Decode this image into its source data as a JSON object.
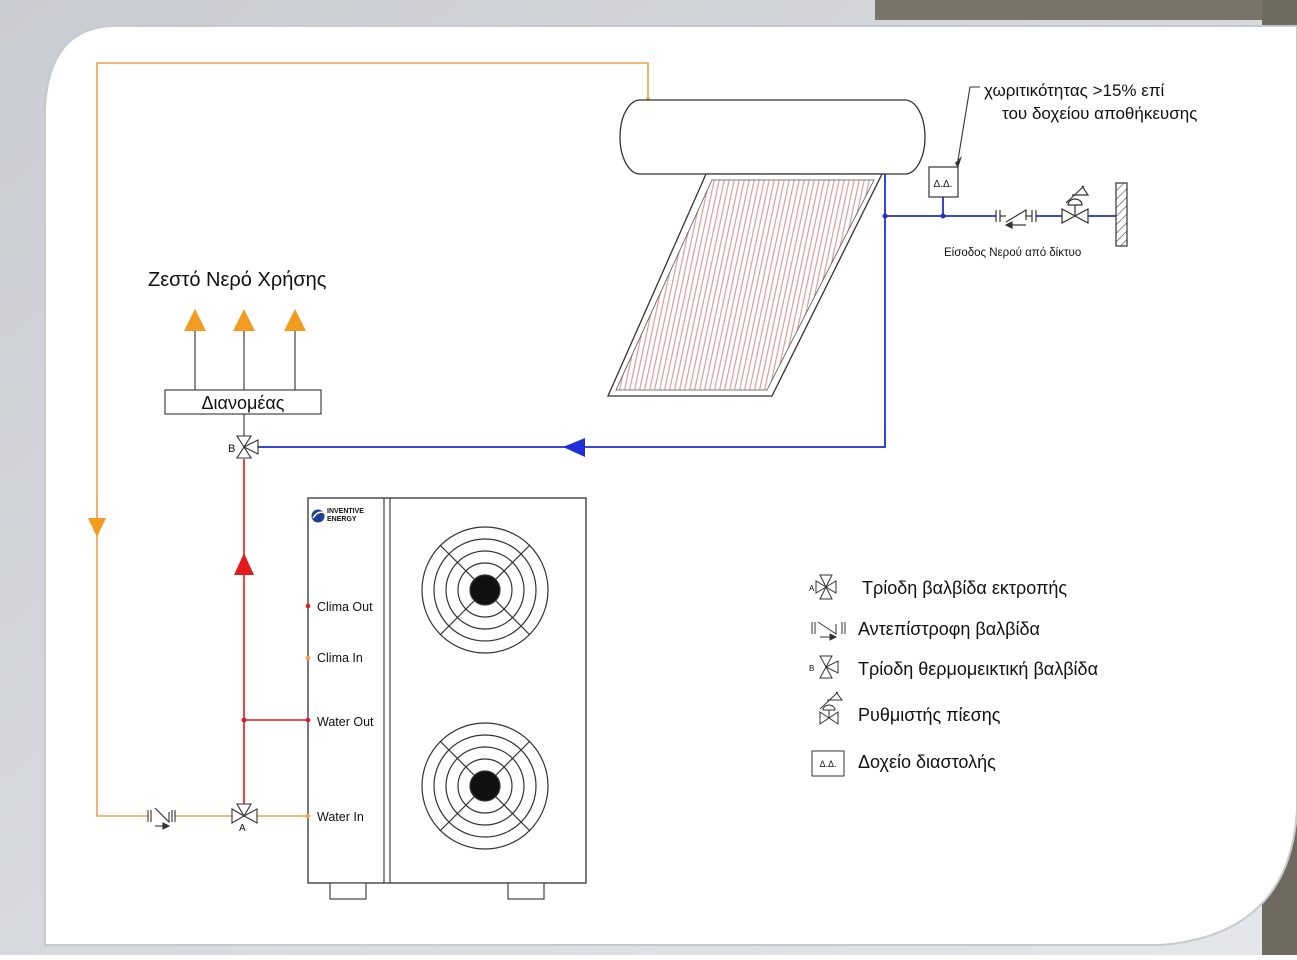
{
  "title": "Ζεστό Νερό Χρήσης",
  "distributor_label": "Διανομέας",
  "expansion_note": {
    "line1": "χωριτικότητας  >15% επί",
    "line2": "του δοχείου αποθήκευσης"
  },
  "water_inlet_label": "Είσοδος Νερού από δίκτυο",
  "brand": {
    "line1": "INVENTIVE",
    "line2": "ENERGY"
  },
  "ports": {
    "clima_out": "Clima Out",
    "clima_in": "Clima In",
    "water_out": "Water Out",
    "water_in": "Water In"
  },
  "valve_letters": {
    "a": "A",
    "b": "B"
  },
  "expansion_symbol": "Δ.Δ.",
  "legend": [
    {
      "icon": "three-way-diverter-valve-icon",
      "label": "Τρίοδη βαλβίδα εκτροπής"
    },
    {
      "icon": "check-valve-icon",
      "label": "Αντεπίστροφη βαλβίδα"
    },
    {
      "icon": "thermostatic-mixing-valve-icon",
      "label": "Τρίοδη θερμομεικτική βαλβίδα"
    },
    {
      "icon": "pressure-regulator-icon",
      "label": "Ρυθμιστής πίεσης"
    },
    {
      "icon": "expansion-tank-icon",
      "label": "Δοχείο διαστολής"
    }
  ],
  "colors": {
    "hot_line": "#f0a04a",
    "cold_line": "#1f2fd6",
    "red_line": "#e51a1a",
    "arrow_orange": "#f29b1f",
    "frame_bg": "#dadde2",
    "collector_stripe": "#d99a9a"
  }
}
